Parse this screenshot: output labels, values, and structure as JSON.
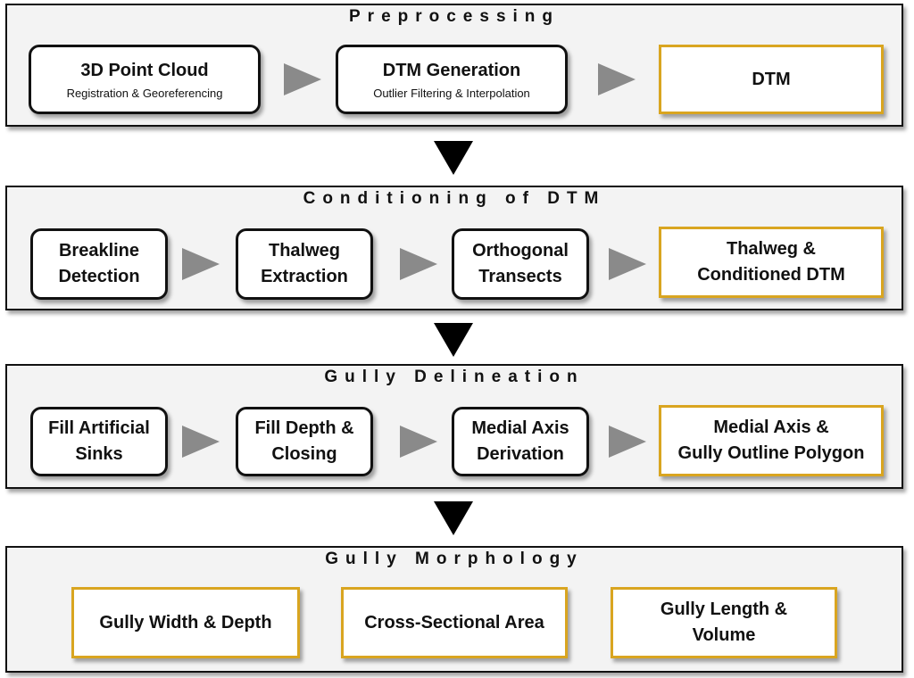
{
  "sections": {
    "preprocessing": {
      "title": "Preprocessing",
      "point_cloud": {
        "title": "3D Point Cloud",
        "subtitle": "Registration & Georeferencing"
      },
      "dtm_generation": {
        "title": "DTM Generation",
        "subtitle": "Outlier Filtering & Interpolation"
      },
      "result": "DTM"
    },
    "conditioning": {
      "title": "Conditioning of DTM",
      "breakline": "Breakline\nDetection",
      "thalweg": "Thalweg\nExtraction",
      "transects": "Orthogonal\nTransects",
      "result": "Thalweg &\nConditioned DTM"
    },
    "delineation": {
      "title": "Gully Delineation",
      "fill_sinks": "Fill Artificial\nSinks",
      "fill_depth": "Fill Depth &\nClosing",
      "medial_axis": "Medial Axis\nDerivation",
      "result": "Medial Axis &\nGully Outline Polygon"
    },
    "morphology": {
      "title": "Gully Morphology",
      "width_depth": "Gully Width & Depth",
      "cross_section": "Cross-Sectional Area",
      "length_volume": "Gully Length &\nVolume"
    }
  },
  "colors": {
    "step_border": "#111111",
    "result_border": "#d9a520",
    "arrow_gray": "#8a8a8a",
    "panel_bg": "#f3f3f3"
  }
}
